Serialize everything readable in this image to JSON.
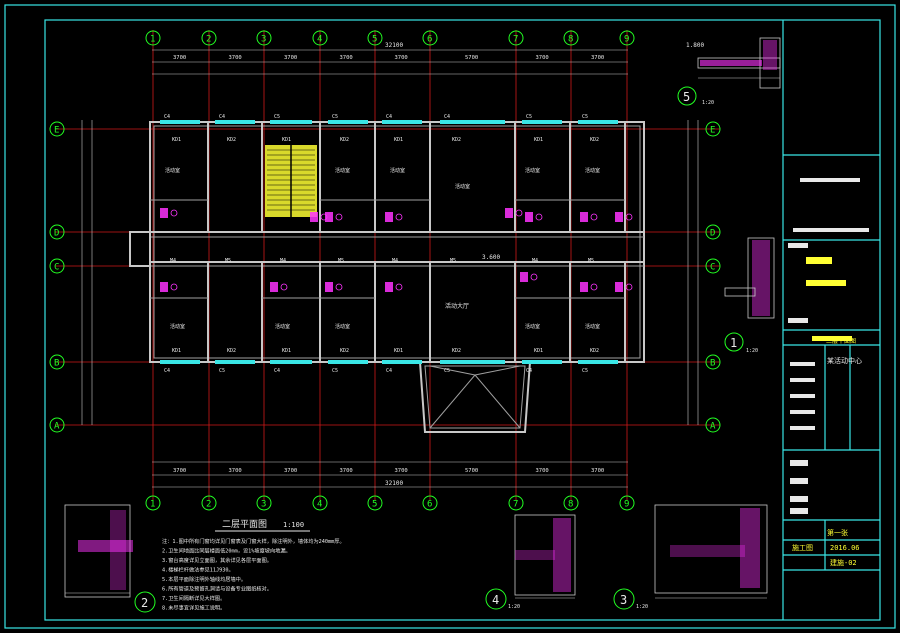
{
  "plan_title": "二层平面图",
  "plan_scale": "1:100",
  "axis_labels_top": [
    "1",
    "2",
    "3",
    "4",
    "5",
    "6",
    "7",
    "8",
    "9"
  ],
  "axis_labels_side": [
    "E",
    "D",
    "C",
    "B",
    "A"
  ],
  "overall_dim": "32100",
  "span_dims": [
    "3700",
    "3700",
    "3700",
    "3700",
    "3700",
    "5700",
    "3700",
    "3700"
  ],
  "room_label_hall": "活动大厅",
  "room_label_generic": "活动室",
  "room_codes": [
    "KD1",
    "KD2",
    "C4",
    "C5",
    "M4",
    "M5"
  ],
  "level_mark": "3.600",
  "right_level": "1.800",
  "notes": [
    "注：1.图中所有门窗均详见门窗表及门窗大样，除注明外，墙体均为240mm厚。",
    "2.卫生间地面比同层楼面低20mm，设1%坡度坡向地漏。",
    "3.窗台高度详见立面图，其余详见各层平面图。",
    "4.楼梯栏杆做法参见11J930。",
    "5.本层平面除注明外轴线均居墙中。",
    "6.所有管道及预留孔洞请与设备专业图纸核对。",
    "7.卫生间隔断详见大样图。",
    "8.未尽事宜详见施工说明。"
  ],
  "detail_numbers": [
    "1",
    "2",
    "3",
    "4",
    "5"
  ],
  "detail_scale": "1:20",
  "title_block": {
    "project": "某活动中心",
    "drawing": "二层平面图",
    "sheet": "建施-02",
    "date": "2016.06",
    "phase": "施工图",
    "sheet_count": "第一张"
  }
}
